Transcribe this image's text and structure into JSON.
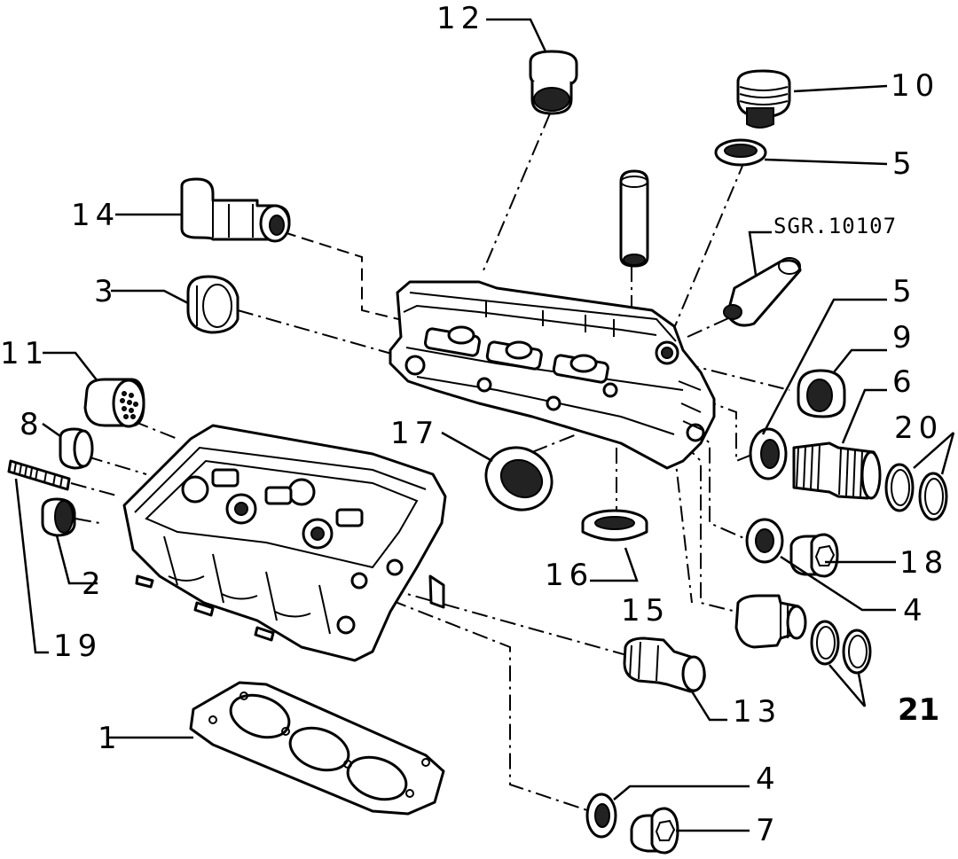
{
  "drawing_code": "SGR.10107",
  "labels": {
    "l1": "1",
    "l2": "2",
    "l3": "3",
    "l4a": "4",
    "l4b": "4",
    "l5a": "5",
    "l5b": "5",
    "l6": "6",
    "l7": "7",
    "l8": "8",
    "l9": "9",
    "l10": "10",
    "l11": "11",
    "l12": "12",
    "l13": "13",
    "l14": "14",
    "l15": "15",
    "l16": "16",
    "l17": "17",
    "l18": "18",
    "l19": "19",
    "l20": "20",
    "l21": "21"
  }
}
